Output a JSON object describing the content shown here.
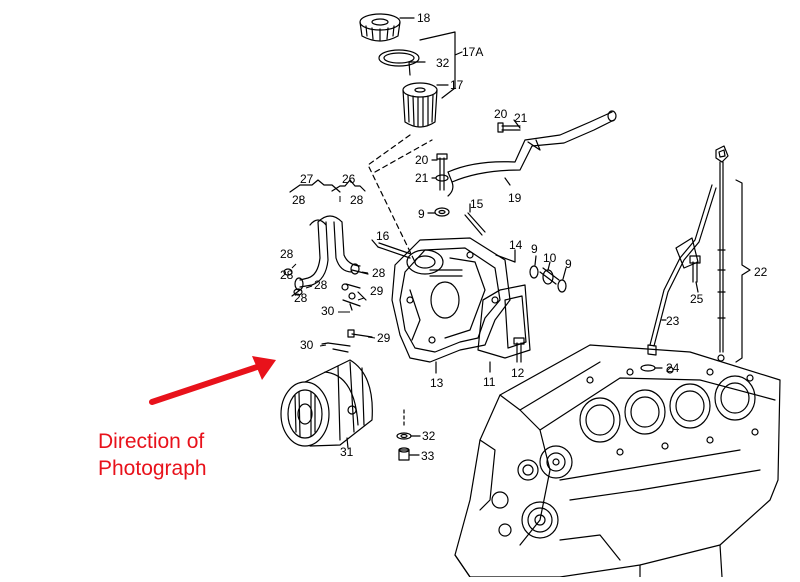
{
  "annotation": {
    "line1": "Direction of",
    "line2": "Photograph",
    "arrow_color": "#e8121b"
  },
  "callouts": {
    "c18": "18",
    "c17A": "17A",
    "c32_top": "32",
    "c17": "17",
    "c20_top": "20",
    "c21_top": "21",
    "c20_mid": "20",
    "c21_mid": "21",
    "c19": "19",
    "c9_left": "9",
    "c15": "15",
    "c16": "16",
    "c14": "14",
    "c9_right_a": "9",
    "c10": "10",
    "c9_right_b": "9",
    "c27": "27",
    "c26": "26",
    "c28_a": "28",
    "c28_b": "28",
    "c28_c": "28",
    "c28_d": "28",
    "c28_e": "28",
    "c28_f": "28",
    "c28_g": "28",
    "c29_a": "29",
    "c30_a": "30",
    "c29_b": "29",
    "c30_b": "30",
    "c13": "13",
    "c11": "11",
    "c12": "12",
    "c22": "22",
    "c25": "25",
    "c23": "23",
    "c24": "24",
    "c31": "31",
    "c32_bot": "32",
    "c33": "33"
  }
}
